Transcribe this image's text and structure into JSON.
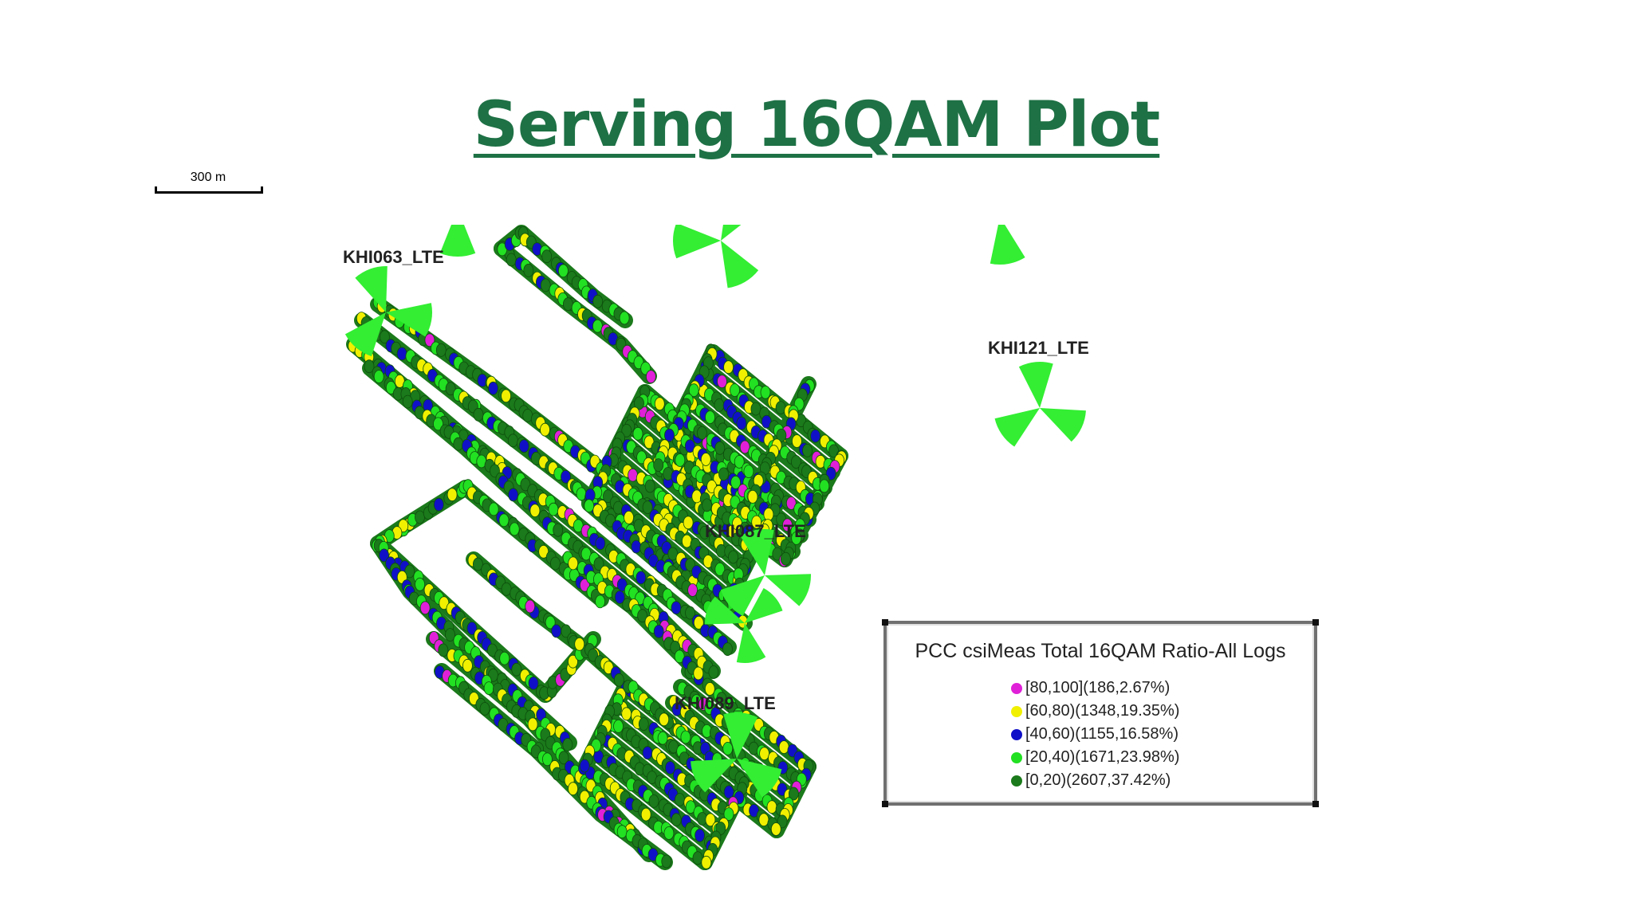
{
  "title": "Serving 16QAM Plot",
  "scale_bar": {
    "label": "300 m"
  },
  "sites": [
    {
      "name": "KHI063_LTE"
    },
    {
      "name": "KHI121_LTE"
    },
    {
      "name": "KHI087_LTE"
    },
    {
      "name": "KHI089_LTE"
    }
  ],
  "legend": {
    "title": "PCC csiMeas Total 16QAM Ratio-All Logs",
    "items": [
      {
        "label": "[80,100](186,2.67%)",
        "color": "#e020d8"
      },
      {
        "label": "[60,80)(1348,19.35%)",
        "color": "#f0f000"
      },
      {
        "label": "[40,60)(1155,16.58%)",
        "color": "#1010c8"
      },
      {
        "label": "[20,40)(1671,23.98%)",
        "color": "#22e022"
      },
      {
        "label": "[0,20)(2607,37.42%)",
        "color": "#1b7a1b"
      }
    ]
  },
  "colors": {
    "title": "#1e7145",
    "sector": "#33ee33"
  }
}
